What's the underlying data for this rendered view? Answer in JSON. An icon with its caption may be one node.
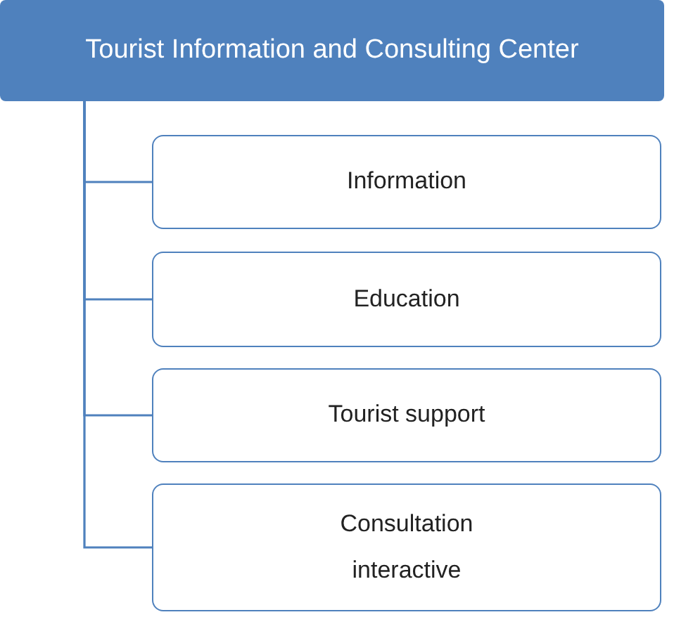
{
  "diagram": {
    "nodes": [
      {
        "text": [
          "Tourist Information and Consulting Center"
        ]
      },
      {
        "text": [
          "Information"
        ]
      },
      {
        "text": [
          "Education"
        ]
      },
      {
        "text": [
          "Tourist support"
        ]
      },
      {
        "text": [
          "Consultation interactive"
        ]
      }
    ],
    "edges": [
      {
        "from": 0,
        "to": 1,
        "arrow": "none"
      },
      {
        "from": 0,
        "to": 2,
        "arrow": "none"
      },
      {
        "from": 0,
        "to": 3,
        "arrow": "none"
      },
      {
        "from": 0,
        "to": 4,
        "arrow": "none"
      }
    ]
  }
}
